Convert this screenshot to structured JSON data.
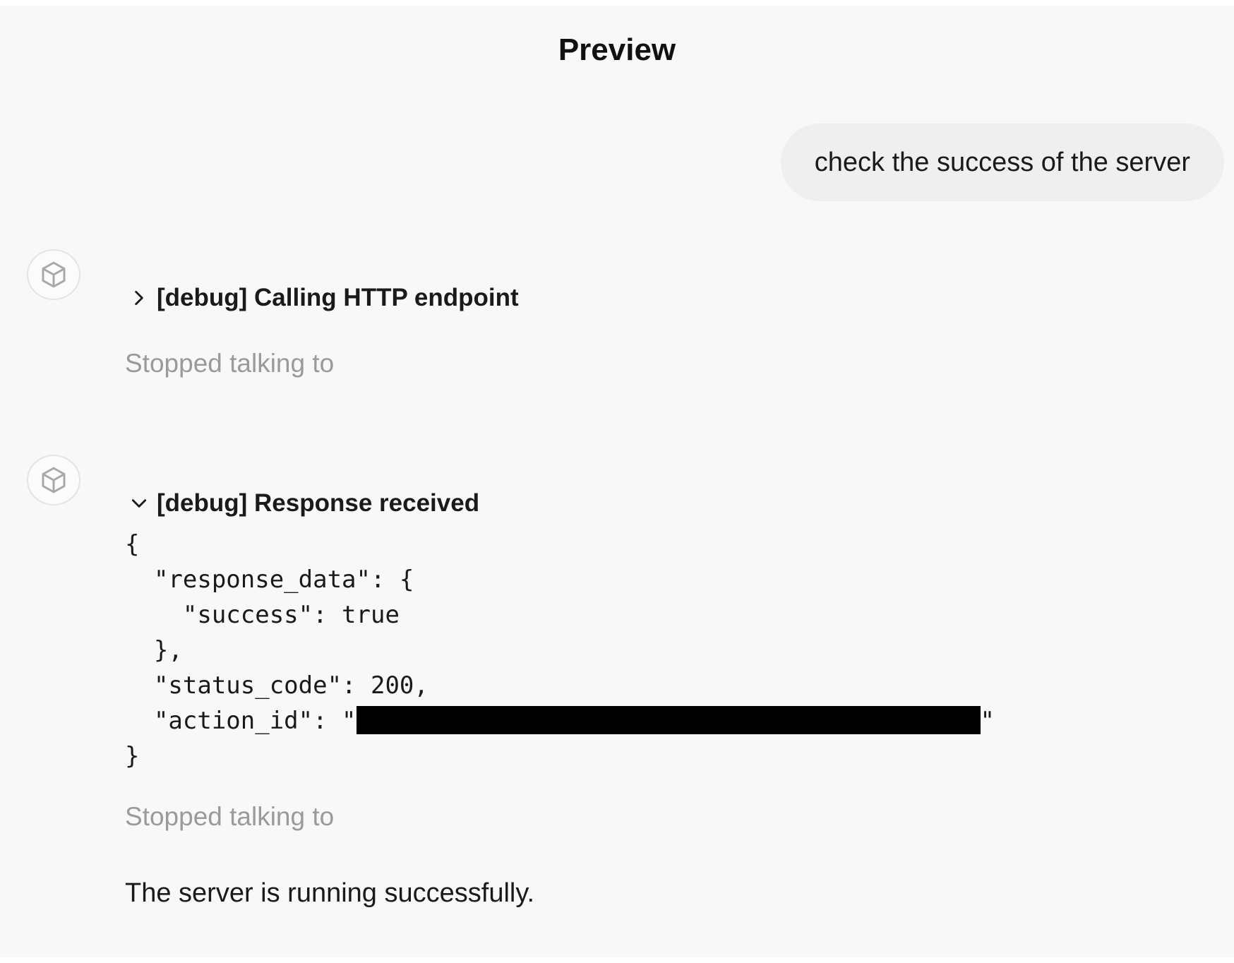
{
  "header": {
    "title": "Preview"
  },
  "messages": {
    "user_message": "check the success of the server",
    "tool_call": {
      "label": "[debug] Calling HTTP endpoint",
      "status": "Stopped talking to"
    },
    "tool_response": {
      "label": "[debug] Response received",
      "code": {
        "open": "{",
        "line1": "  \"response_data\": {",
        "line2": "    \"success\": true",
        "line3": "  },",
        "line4": "  \"status_code\": 200,",
        "line5_prefix": "  \"action_id\": \"",
        "line5_suffix": "\"",
        "close": "}"
      },
      "status": "Stopped talking to"
    },
    "assistant_reply": "The server is running successfully."
  },
  "icons": {
    "avatar": "cube-icon",
    "collapsed": "chevron-right-icon",
    "expanded": "chevron-down-icon"
  },
  "colors": {
    "background": "#f8f8f8",
    "user_bubble": "#efefef",
    "muted_text": "#9a9a9a",
    "text": "#1a1a1a"
  }
}
